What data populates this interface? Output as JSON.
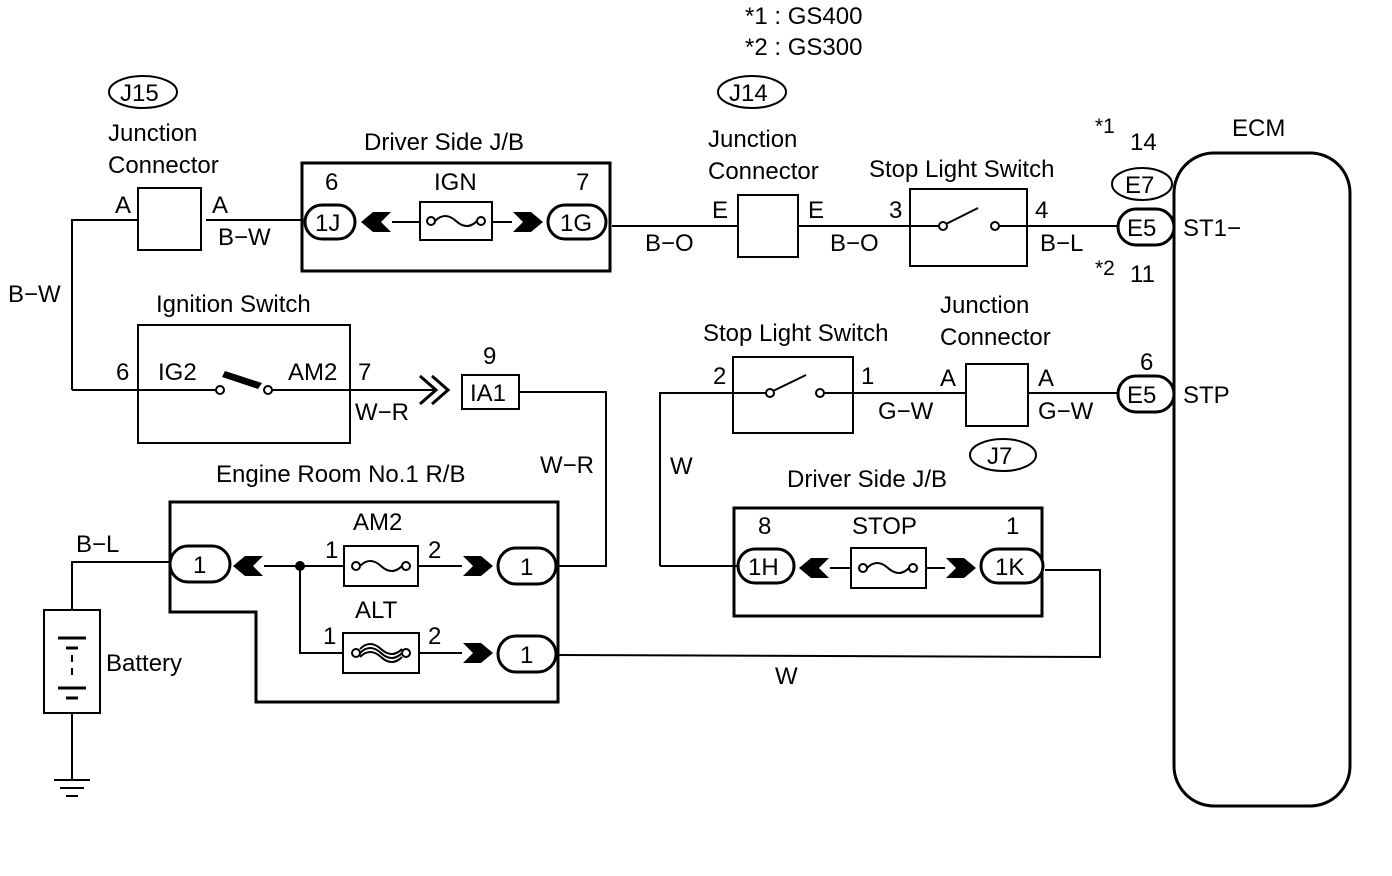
{
  "notes": {
    "n1": "*1 : GS400",
    "n2": "*2 : GS300"
  },
  "j15": {
    "tag": "J15",
    "title1": "Junction",
    "title2": "Connector",
    "pin_left": "A",
    "pin_right": "A"
  },
  "j14": {
    "tag": "J14",
    "title1": "Junction",
    "title2": "Connector",
    "pin_left": "E",
    "pin_right": "E"
  },
  "j7": {
    "tag": "J7",
    "title1": "Junction",
    "title2": "Connector",
    "pin_left": "A",
    "pin_right": "A"
  },
  "jb_top": {
    "title": "Driver Side J/B",
    "fuse": "IGN",
    "pin_left": "6",
    "pin_right": "7",
    "conn_left": "1J",
    "conn_right": "1G"
  },
  "jb_bottom": {
    "title": "Driver Side J/B",
    "fuse": "STOP",
    "pin_left": "8",
    "pin_right": "1",
    "conn_left": "1H",
    "conn_right": "1K"
  },
  "stop_switch_top": {
    "title": "Stop Light Switch",
    "pin_left": "3",
    "pin_right": "4"
  },
  "stop_switch_bottom": {
    "title": "Stop Light Switch",
    "pin_left": "2",
    "pin_right": "1"
  },
  "ignition": {
    "title": "Ignition Switch",
    "pin_left": "6",
    "label_left": "IG2",
    "label_right": "AM2",
    "pin_right": "7"
  },
  "ia1": {
    "pin": "9",
    "label": "IA1"
  },
  "engine_rb": {
    "title": "Engine Room No.1 R/B",
    "fuse1": "AM2",
    "fuse2": "ALT",
    "pin1": "1",
    "pin2": "2",
    "conn": "1"
  },
  "battery": {
    "label": "Battery"
  },
  "ecm": {
    "title": "ECM",
    "note1": "*1",
    "pin1": "14",
    "conn_tag": "E7",
    "conn1": "E5",
    "label1": "ST1−",
    "note2": "*2",
    "pin2": "11",
    "pin3": "6",
    "conn2": "E5",
    "label2": "STP"
  },
  "wires": {
    "bw_top": "B−W",
    "bw_left": "B−W",
    "bo_1": "B−O",
    "bo_2": "B−O",
    "bl_ecm": "B−L",
    "wr_1": "W−R",
    "wr_2": "W−R",
    "gw_1": "G−W",
    "gw_2": "G−W",
    "w_1": "W",
    "w_2": "W",
    "bl_batt": "B−L"
  }
}
